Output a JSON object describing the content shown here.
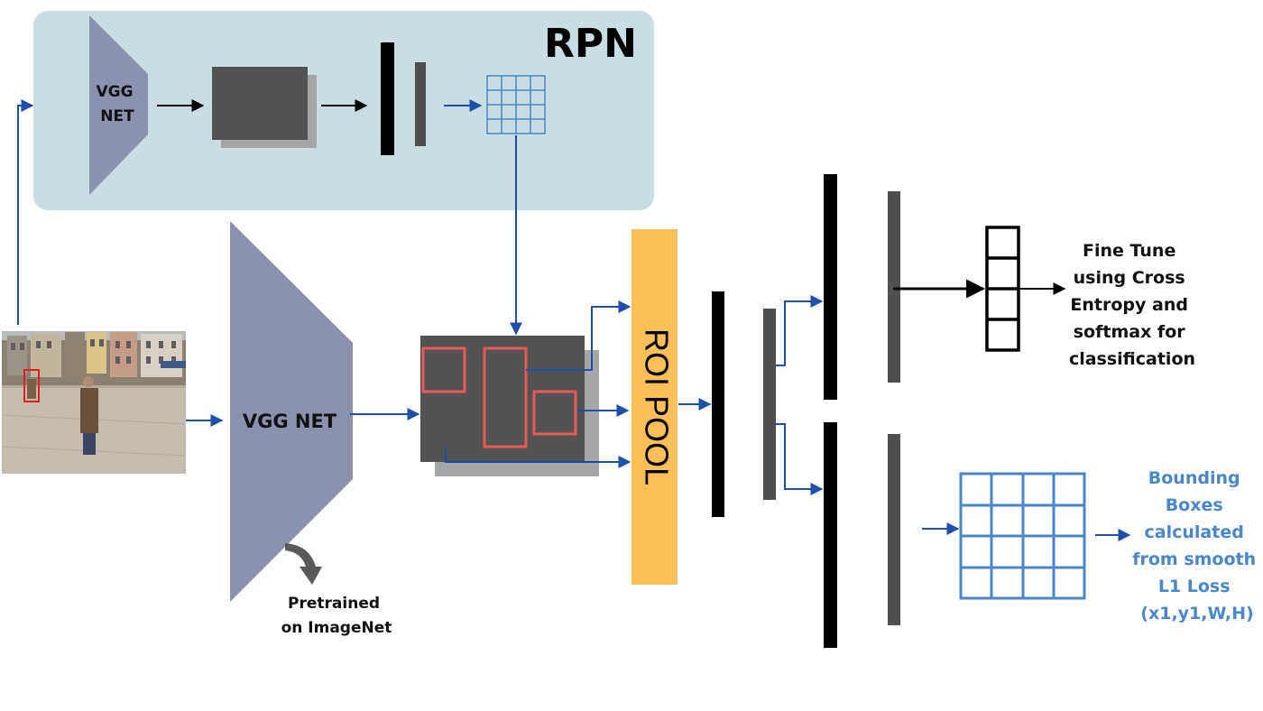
{
  "rpn": {
    "title": "RPN",
    "vgg_label_lines": [
      "VGG",
      "NET"
    ]
  },
  "main": {
    "vgg_label": "VGG NET",
    "pretrained_lines": [
      "Pretrained",
      "on ImageNet"
    ],
    "roi_pool_label": "ROI POOL"
  },
  "outputs": {
    "classification_lines": [
      "Fine Tune",
      "using Cross",
      "Entropy and",
      "softmax for",
      "classification"
    ],
    "bbox_lines": [
      "Bounding",
      "Boxes",
      "calculated",
      "from smooth",
      "L1 Loss",
      "(x1,y1,W,H)"
    ]
  },
  "colors": {
    "rpn_panel": "#c9dde2",
    "vgg_trapezoid": "#8a92ad",
    "feature_map": "#535353",
    "feature_map_shadow": "#a6a6a6",
    "arrow_blue": "#1f4fa8",
    "grid_blue": "#4a86c8",
    "roi_box_red": "#e85a5a",
    "roi_pool": "#fdbf5a",
    "layer_black": "#000000",
    "layer_gray": "#4f4f4f",
    "bbox_text": "#4a86c8"
  },
  "icons": [
    "curved-arrow-icon",
    "street-photo-thumbnail"
  ]
}
